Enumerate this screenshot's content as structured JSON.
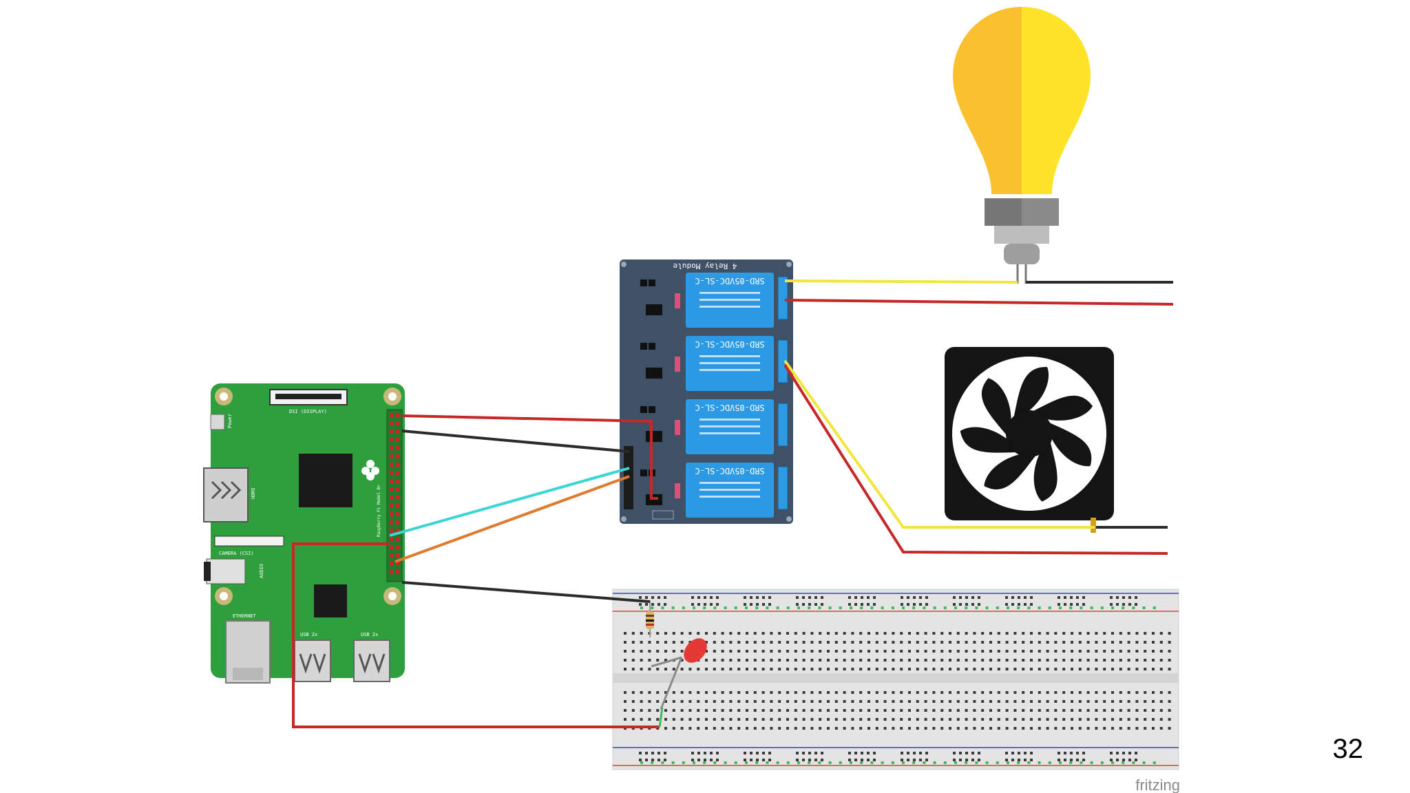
{
  "slide": {
    "page_number": "32",
    "watermark": "fritzing"
  },
  "raspberry_pi": {
    "labels": {
      "display": "DSI (DISPLAY)",
      "hdmi": "HDMI",
      "camera": "CAMERA (CSI)",
      "audio": "AUDIO",
      "ethernet": "ETHERNET",
      "usb_left": "USB 2x",
      "usb_right": "USB 2x",
      "power": "Power",
      "model": "Raspberry Pi Model B+"
    },
    "colors": {
      "board": "#2e9f3c",
      "chip": "#1a1a1a",
      "metal": "#c8c8c8"
    }
  },
  "relay_module": {
    "title": "4 Relay Module",
    "relay_label": "SRD-05VDC-SL-C",
    "relay_count": 4,
    "colors": {
      "board": "#3f5166",
      "relay": "#2d9ae6"
    }
  },
  "breadboard": {
    "colors": {
      "body": "#e4e4e4",
      "rail_blue": "#5b6bd6",
      "rail_red": "#d96a6a"
    }
  },
  "led": {
    "color": "#e53935"
  },
  "wires": {
    "colors": {
      "red": "#c62828",
      "black": "#2b2b2b",
      "cyan": "#3ad6d6",
      "orange": "#e07a2e",
      "yellow": "#f0e63c"
    }
  },
  "bulb": {
    "colors": {
      "glass_left": "#fbc02d",
      "glass_right": "#fde428",
      "base": "#8a8a8a"
    }
  },
  "fan": {
    "colors": {
      "frame": "#141414",
      "blades": "#ffffff"
    }
  }
}
